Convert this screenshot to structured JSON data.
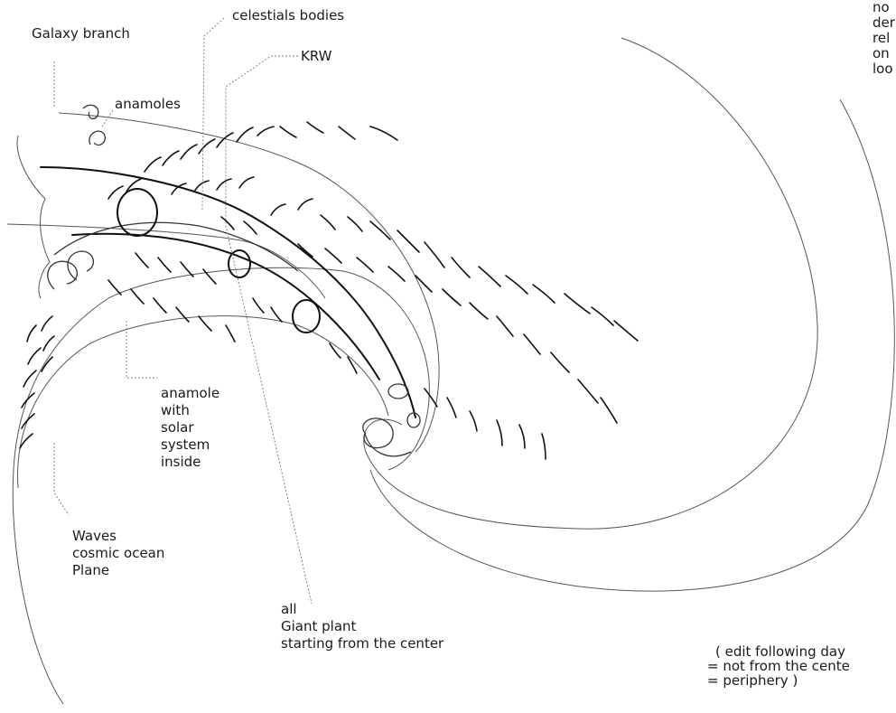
{
  "labels": {
    "galaxy_branch": "Galaxy branch",
    "celestial_bodies": "celestials bodies",
    "krw": "KRW",
    "anamoles": "anamoles",
    "anamole_solar": [
      "anamole",
      "with",
      "solar",
      "system",
      "inside"
    ],
    "waves": [
      "Waves",
      "cosmic ocean",
      "Plane"
    ],
    "giant_plant": [
      "all",
      "Giant plant",
      "starting from the center"
    ],
    "edit_note": [
      "( edit following day",
      "= not from the cente",
      "= periphery )"
    ],
    "corner_note": [
      "no",
      "der",
      "rel",
      "on",
      "loo"
    ]
  }
}
